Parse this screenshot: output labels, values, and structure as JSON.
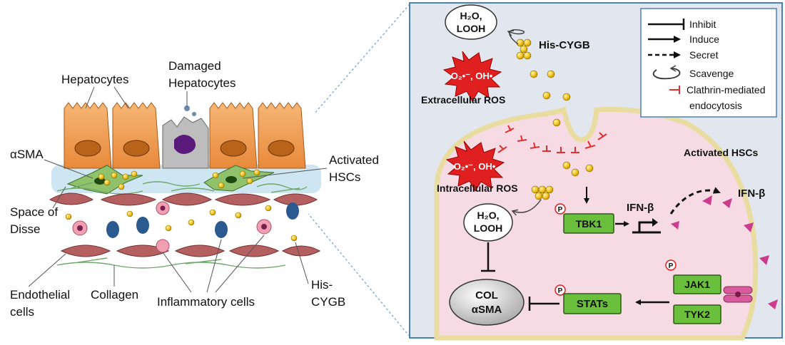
{
  "left": {
    "hepatocytes": "Hepatocytes",
    "damaged_line1": "Damaged",
    "damaged_line2": "Hepatocytes",
    "asma": "αSMA",
    "activated_line1": "Activated",
    "activated_line2": "HSCs",
    "space_line1": "Space of",
    "space_line2": "Disse",
    "endothelial_line1": "Endothelial",
    "endothelial_line2": "cells",
    "collagen": "Collagen",
    "inflammatory": "Inflammatory cells",
    "hiscygb_line1": "His-",
    "hiscygb_line2": "CYGB"
  },
  "right": {
    "h2o_top": "H₂O,",
    "looh_top": "LOOH",
    "his_cygb": "His-CYGB",
    "ros_extra_burst": "O₂•⁻, OH•",
    "extracellular_ros": "Extracellular ROS",
    "activated_hscs": "Activated HSCs",
    "ros_intra_burst": "O₂•⁻, OH•",
    "intracellular_ros": "Intracellular ROS",
    "h2o_mid": "H₂O,",
    "looh_mid": "LOOH",
    "tbk1": "TBK1",
    "ifn_beta_cell": "IFN-β",
    "ifn_beta_out": "IFN-β",
    "col": "COL",
    "asma": "αSMA",
    "stats": "STATs",
    "jak1": "JAK1",
    "tyk2": "TYK2",
    "p": "P"
  },
  "legend": {
    "inhibit": "Inhibit",
    "induce": "Induce",
    "secret": "Secret",
    "scavenge": "Scavenge",
    "clathrin_line1": "Clathrin-mediated",
    "clathrin_line2": "endocytosis"
  },
  "colors": {
    "hepatocyte": "#f0a55a",
    "nucleus": "#b8621a",
    "hsc_green": "#8fc26b",
    "endothelial": "#b56060",
    "collagen": "#6fa86a",
    "panel_border": "#4c7fb8",
    "panel_bg": "#e2e6ee",
    "cell_fill": "#f6dbe5",
    "membrane": "#e8dca0",
    "box_green": "#6abf3d",
    "ros_red": "#e02020",
    "dot_yellow": "#f2c21b",
    "clathrin_red": "#e03030",
    "triangle_pink": "#cc3c8c"
  }
}
